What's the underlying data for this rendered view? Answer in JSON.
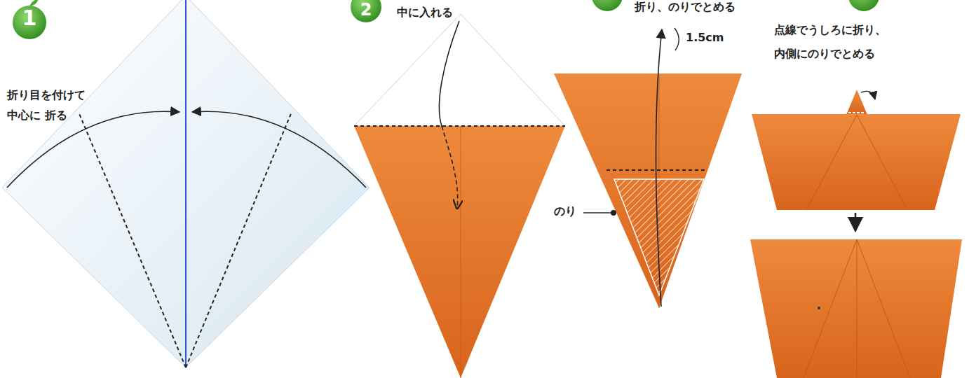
{
  "diagram": {
    "labels": [
      "1",
      "折り目を付けて 中心に 折る",
      "2",
      "中に入れる",
      "折り、のりでとめる",
      "1.5cm",
      "のり",
      "点線でうしろに折り、 内側にのりでとめる"
    ]
  }
}
